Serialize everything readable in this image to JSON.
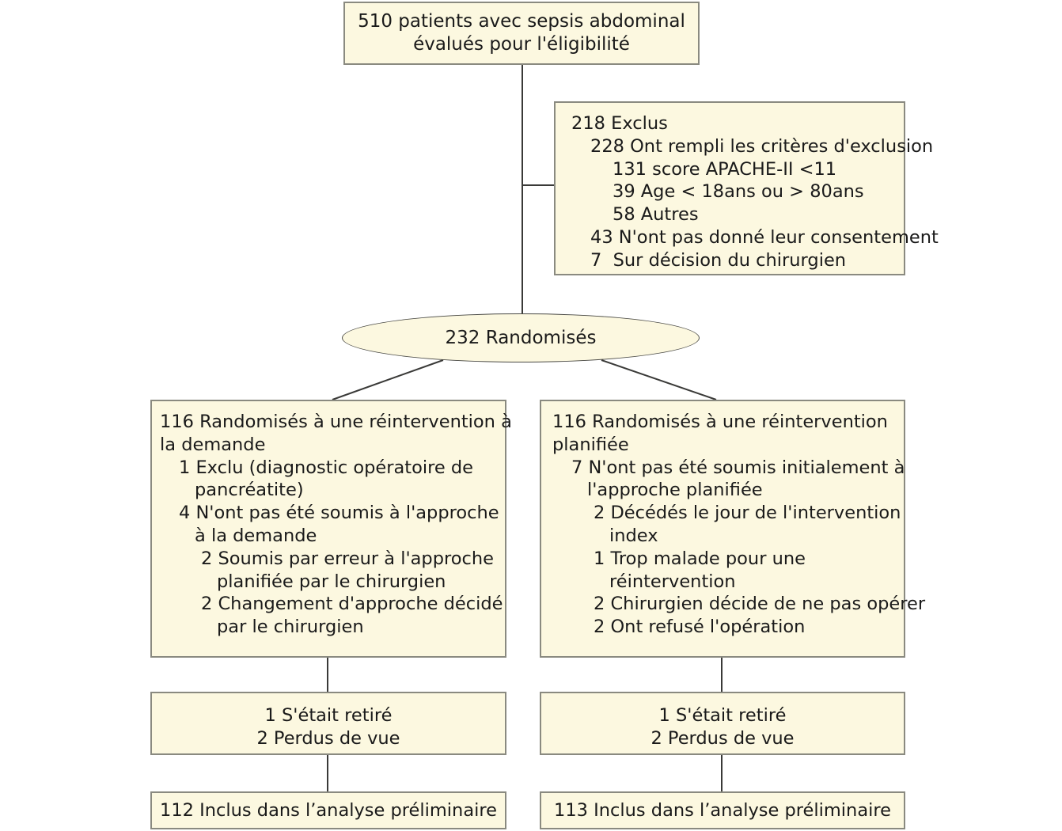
{
  "diagram": {
    "title_nodes": {
      "eligibility": {
        "lines": [
          "510 patients avec sepsis abdominal",
          "évalués pour l'éligibilité"
        ]
      },
      "excluded": {
        "lines": [
          "218 Exclus",
          "228 Ont rempli les critères d'exclusion",
          "131 score APACHE-II <11",
          "39 Age < 18ans ou > 80ans",
          "58 Autres",
          "43 N'ont pas donné leur consentement",
          "7  Sur décision du chirurgien"
        ]
      },
      "randomized": {
        "label": "232 Randomisés"
      },
      "ondemand": {
        "lines": [
          "116 Randomisés à une réintervention à",
          "la demande",
          "1 Exclu (diagnostic opératoire de",
          "pancréatite)",
          "4 N'ont pas été soumis à l'approche",
          "à la demande",
          "2 Soumis par erreur à l'approche",
          "planifiée par le chirurgien",
          "2 Changement d'approche décidé",
          "par le chirurgien"
        ]
      },
      "planned": {
        "lines": [
          "116 Randomisés à une réintervention",
          "planifiée",
          "7 N'ont pas été soumis initialement à",
          "l'approche planifiée",
          "2 Décédés le jour de l'intervention",
          "index",
          "1 Trop malade pour une",
          "réintervention",
          "2 Chirurgien décide de ne pas opérer",
          "2 Ont refusé l'opération"
        ]
      },
      "lost_left": {
        "lines": [
          "1 S'était retiré",
          "2 Perdus de vue"
        ]
      },
      "lost_right": {
        "lines": [
          "1 S'était retiré",
          "2 Perdus de vue"
        ]
      },
      "analysis_left": {
        "label": "112 Inclus dans l’analyse préliminaire"
      },
      "analysis_right": {
        "label": "113 Inclus dans l’analyse préliminaire"
      }
    },
    "colors": {
      "node_fill": "#fcf8e0",
      "node_border": "#8a8a80",
      "ellipse_border": "#4a4a45",
      "connector": "#3a3a38",
      "text": "#1a1a1a",
      "background": "#ffffff"
    }
  }
}
